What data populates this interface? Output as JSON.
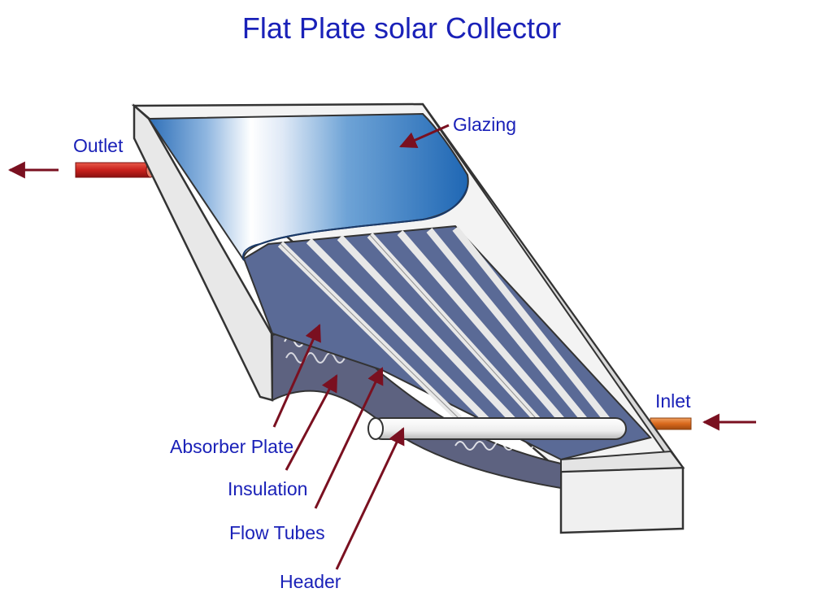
{
  "title": "Flat Plate solar Collector",
  "labels": {
    "glazing": "Glazing",
    "outlet": "Outlet",
    "inlet": "Inlet",
    "absorber_plate": "Absorber Plate",
    "insulation": "Insulation",
    "flow_tubes": "Flow Tubes",
    "header": "Header"
  },
  "colors": {
    "text": "#1a21b8",
    "arrow": "#7a1020",
    "outlet_pipe": "#c8201c",
    "inlet_pipe": "#d8681c",
    "glazing": "#2f7fc8",
    "frame": "#f2f2f2",
    "absorber": "#5a6a96"
  }
}
